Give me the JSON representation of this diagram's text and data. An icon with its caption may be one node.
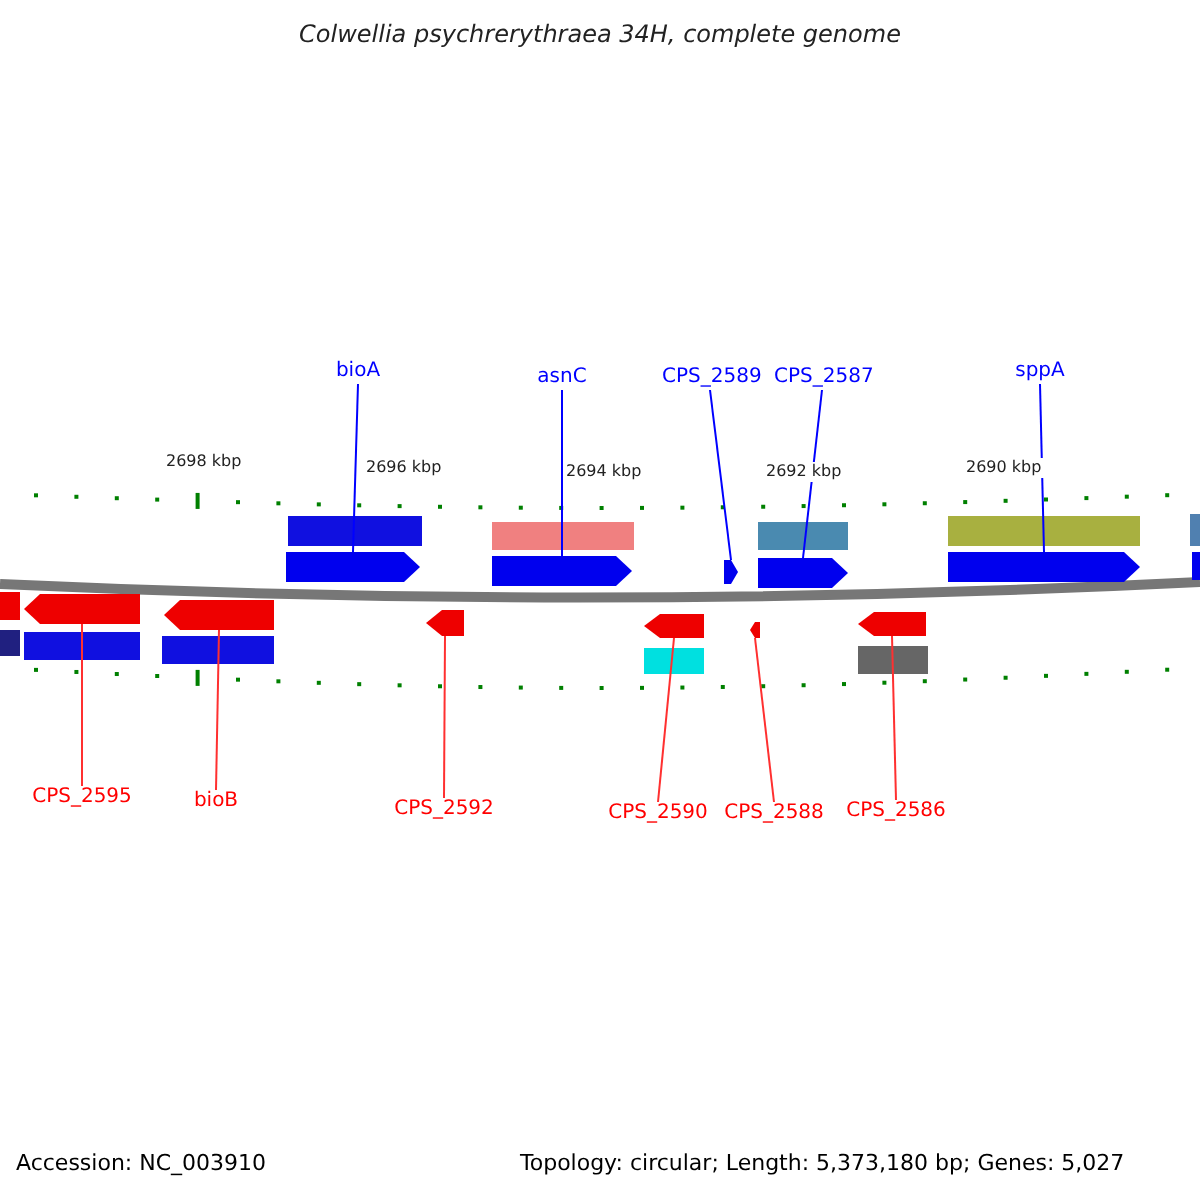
{
  "diagram": {
    "title": "Colwellia psychrerythraea 34H, complete genome",
    "nodes": [
      {
        "text": [
          "bioA"
        ]
      },
      {
        "text": [
          "asnC"
        ]
      },
      {
        "text": [
          "CPS_2589"
        ]
      },
      {
        "text": [
          "CPS_2587"
        ]
      },
      {
        "text": [
          "sppA"
        ]
      },
      {
        "text": [
          "CPS_2595"
        ]
      },
      {
        "text": [
          "bioB"
        ]
      },
      {
        "text": [
          "CPS_2592"
        ]
      },
      {
        "text": [
          "CPS_2590"
        ]
      },
      {
        "text": [
          "CPS_2588"
        ]
      },
      {
        "text": [
          "CPS_2586"
        ]
      },
      {
        "text": [],
        "shape": "arrow"
      },
      {
        "text": [],
        "shape": "arrow"
      },
      {
        "text": [],
        "shape": "arrow"
      },
      {
        "text": [],
        "shape": "arrow"
      },
      {
        "text": [],
        "shape": "arrow"
      },
      {
        "text": [],
        "shape": "arrow"
      },
      {
        "text": [],
        "shape": "arrow"
      },
      {
        "text": [],
        "shape": "arrow"
      },
      {
        "text": [],
        "shape": "arrow"
      },
      {
        "text": [],
        "shape": "arrow"
      },
      {
        "text": [],
        "shape": "arrow"
      }
    ],
    "edges": [
      {
        "from": 0,
        "to": 11,
        "arrow": "none",
        "color": "#0000ff"
      },
      {
        "from": 1,
        "to": 12,
        "arrow": "none",
        "color": "#0000ff"
      },
      {
        "from": 2,
        "to": 13,
        "arrow": "none",
        "color": "#0000ff"
      },
      {
        "from": 3,
        "to": 14,
        "arrow": "none",
        "color": "#0000ff"
      },
      {
        "from": 4,
        "to": 15,
        "arrow": "none",
        "color": "#0000ff"
      },
      {
        "from": 5,
        "to": 16,
        "arrow": "none"
      },
      {
        "from": 6,
        "to": 17,
        "arrow": "none"
      },
      {
        "from": 7,
        "to": 18,
        "arrow": "none"
      },
      {
        "from": 8,
        "to": 19,
        "arrow": "none"
      },
      {
        "from": 9,
        "to": 20,
        "arrow": "none"
      },
      {
        "from": 10,
        "to": 21,
        "arrow": "none"
      }
    ],
    "labels": [
      "2698 kbp",
      "2696 kbp",
      "2694 kbp",
      "2692 kbp",
      "2690 kbp",
      "Accession: NC_003910",
      "Topology: circular; Length: 5,373,180 bp; Genes: 5,027"
    ]
  }
}
